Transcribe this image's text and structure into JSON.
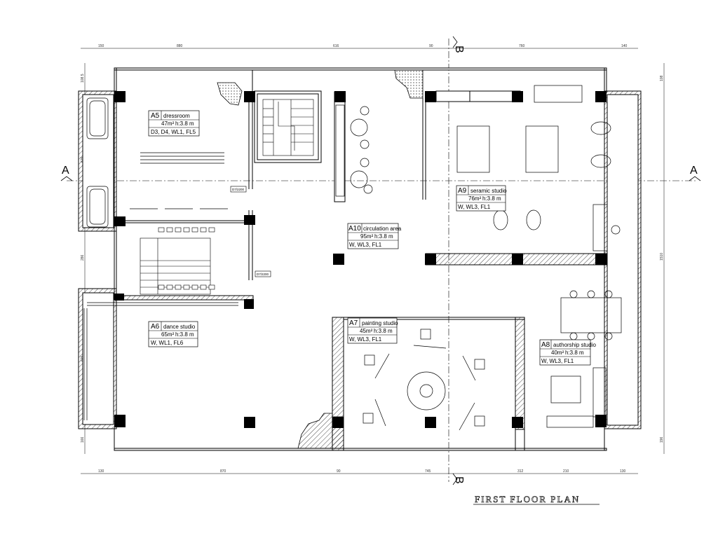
{
  "title": "FIRST FLOOR PLAN",
  "sections": {
    "a_left": "A",
    "a_right": "A",
    "b_top": "B",
    "b_bottom": "B"
  },
  "dimensions": {
    "top": [
      "150",
      "880",
      "616",
      "90",
      "760",
      "140"
    ],
    "bottom": [
      "130",
      "870",
      "90",
      "745",
      "312",
      "210",
      "130"
    ],
    "left": [
      "108.5",
      "625",
      "286",
      "625",
      "166"
    ],
    "right": [
      "108",
      "1510",
      "196"
    ]
  },
  "door_tags": {
    "d1": "D7/2200",
    "d2": "D7/2200"
  },
  "rooms": [
    {
      "code": "A5",
      "name": "dressroom",
      "area": "47m²",
      "height": "h:3.8 m",
      "finishes": "D3, D4, WL1, FL5"
    },
    {
      "code": "A6",
      "name": "dance studio",
      "area": "65m²",
      "height": "h:3.8 m",
      "finishes": "W, WL1, FL6"
    },
    {
      "code": "A7",
      "name": "painting studio",
      "area": "45m²",
      "height": "h:3.8 m",
      "finishes": "W, WL3, FL1"
    },
    {
      "code": "A8",
      "name": "authorship studio",
      "area": "40m²",
      "height": "h:3.8 m",
      "finishes": "W, WL3, FL1"
    },
    {
      "code": "A9",
      "name": "seramic studio",
      "area": "76m²",
      "height": "h:3.8 m",
      "finishes": "W, WL3, FL1"
    },
    {
      "code": "A10",
      "name": "circulation area",
      "area": "95m²",
      "height": "h:3.8 m",
      "finishes": "W, WL3, FL1"
    }
  ]
}
